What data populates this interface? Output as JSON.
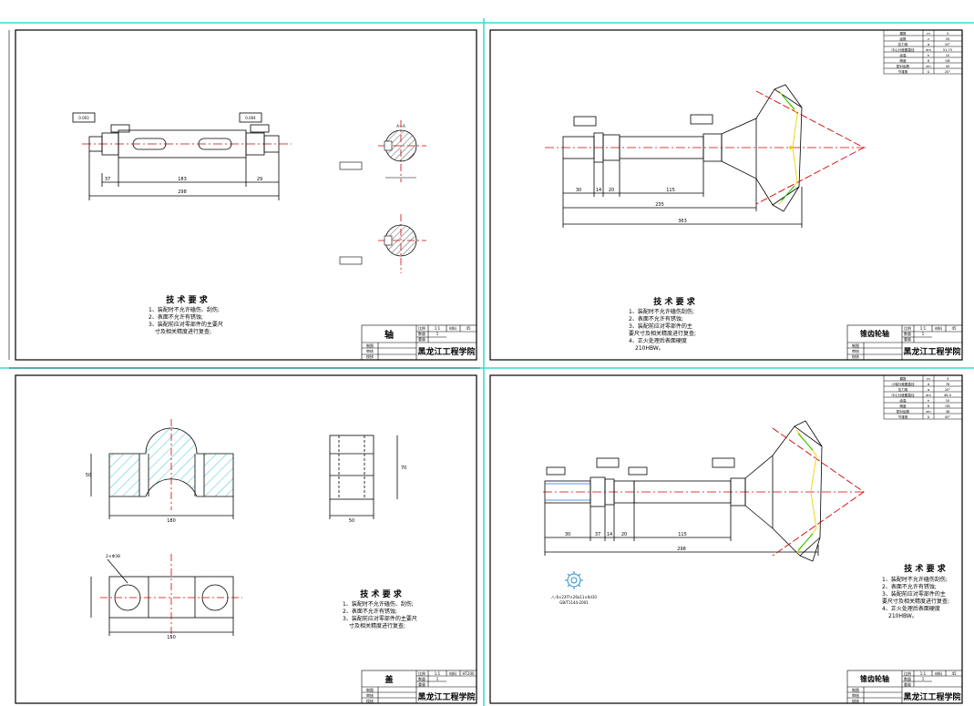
{
  "colors": {
    "border": "#000000",
    "panel_divider": "#3fd6d6",
    "center_line": "#d40000",
    "dimension": "#000000",
    "hatch": "#40c8d0",
    "accent_yellow": "#f0d000",
    "accent_green": "#00c000",
    "accent_blue": "#1f6fe0"
  },
  "school": "黑龙江工程学院",
  "tech_req_title": "技 术 要 求",
  "panels": {
    "shaft": {
      "title": "轴",
      "scale_label": "比例",
      "scale_value": "1:1",
      "material_label": "材料",
      "material_value": "45",
      "qty_label": "数量",
      "qty_value": "1",
      "weight_label": "重量",
      "row_label_1": "制图",
      "row_label_2": "审核",
      "row_label_3": "校核",
      "tech_req": [
        "1、装配时不允许磕伤、刮伤;",
        "2、表面不允许有锈蚀;",
        "3、装配前应对零部件的主要尺",
        "寸及相关精度进行复查;"
      ],
      "dims": {
        "d1": "37",
        "d2": "183",
        "d3": "29",
        "total": "298"
      },
      "section_label": "A—A",
      "tol_1": "0.003",
      "tol_2": "0.004"
    },
    "gear_shaft_top": {
      "title": "锥齿轮轴",
      "scale_label": "比例",
      "scale_value": "1:1",
      "material_label": "材料",
      "material_value": "45",
      "qty_label": "数量",
      "qty_value": "1",
      "weight_label": "重量",
      "row_label_1": "制图",
      "row_label_2": "审核",
      "row_label_3": "校核",
      "tech_req": [
        "1、装配时不允许磕伤刮伤;",
        "2、表面不允许有锈蚀;",
        "3、装配前应对零部件的主",
        "要尺寸及相关精度进行复查;",
        "4、正火处理后表面硬度",
        "210HBW。"
      ],
      "dims": {
        "d1": "30",
        "d2": "14",
        "d3": "20",
        "d4": "115",
        "d5": "235",
        "total": "363"
      },
      "params_table": [
        [
          "模数",
          "m",
          "3"
        ],
        [
          "齿数",
          "z",
          "20"
        ],
        [
          "压力角",
          "α",
          "20°"
        ],
        [
          "中心分度圆直径",
          "dm",
          "51.75"
        ],
        [
          "齿高",
          "h",
          "10"
        ],
        [
          "精度",
          "8",
          "GB"
        ],
        [
          "配对齿数",
          "zm",
          "45"
        ],
        [
          "节锥角",
          "δ",
          "20°"
        ]
      ]
    },
    "cover": {
      "title": "盖",
      "scale_label": "比例",
      "scale_value": "1:1",
      "material_label": "材料",
      "material_value": "HT200",
      "qty_label": "数量",
      "qty_value": "1",
      "weight_label": "重量",
      "row_label_1": "制图",
      "row_label_2": "审核",
      "row_label_3": "校核",
      "tech_req": [
        "1、装配时不允许磕伤、刮伤;",
        "2、表面不允许有锈蚀;",
        "3、装配前应对零部件的主要尺",
        "寸及相关精度进行复查;"
      ],
      "dims": {
        "width": "180",
        "height": "50",
        "side_h": "70",
        "side_w": "50",
        "bottom": "150",
        "hole": "2×Φ38"
      }
    },
    "gear_shaft_bottom": {
      "title": "锥齿轮轴",
      "scale_label": "比例",
      "scale_value": "1:1",
      "material_label": "材料",
      "material_value": "45",
      "qty_label": "数量",
      "qty_value": "1",
      "weight_label": "重量",
      "row_label_1": "制图",
      "row_label_2": "审核",
      "row_label_3": "校核",
      "tech_req": [
        "1、装配时不允许磕伤刮伤;",
        "2、表面不允许有锈蚀;",
        "3、装配前应对零部件的主",
        "要尺寸及相关精度进行复查;",
        "4、正火处理后表面硬度",
        "210HBW。"
      ],
      "spline_note_1": "八-6×23f7×26a11×6d10",
      "spline_note_2": "GB/T1144-2001",
      "dims": {
        "d1": "30",
        "d2": "37",
        "d3": "14",
        "d4": "20",
        "d5": "115",
        "total": "298"
      },
      "params_table": [
        [
          "模数",
          "m",
          "3"
        ],
        [
          "小端分度圆直径",
          "d",
          "78"
        ],
        [
          "压力角",
          "α",
          "20°"
        ],
        [
          "中心分度圆直径",
          "dm",
          "48.5"
        ],
        [
          "齿高",
          "h",
          "10"
        ],
        [
          "精度",
          "8",
          "GB"
        ],
        [
          "配对齿数",
          "zm",
          "38"
        ],
        [
          "节锥角",
          "δ",
          "45°"
        ]
      ]
    }
  }
}
